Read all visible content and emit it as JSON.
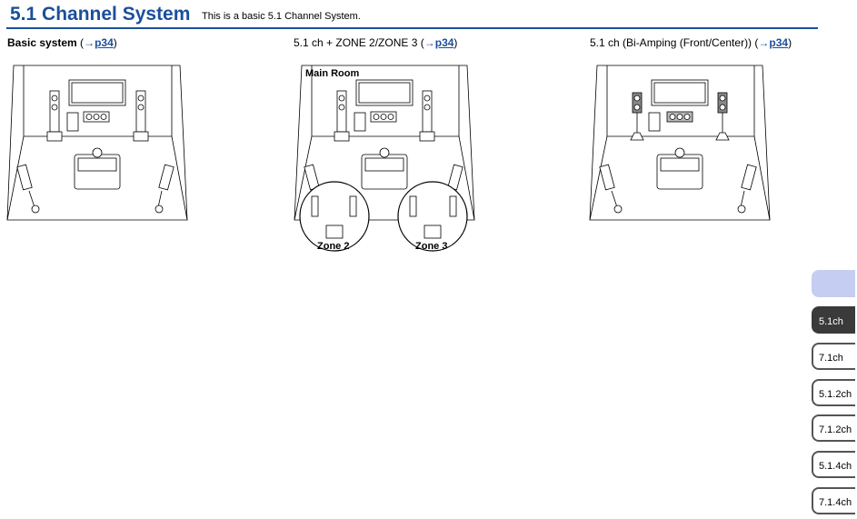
{
  "header": {
    "title": "5.1 Channel System",
    "subtitle": "This is a basic 5.1 Channel System."
  },
  "sections": [
    {
      "label": "Basic system",
      "open": " (",
      "arrow": "→",
      "link": "p34",
      "close": ")"
    },
    {
      "label": "5.1 ch + ZONE 2/ZONE 3",
      "open": " (",
      "arrow": "→",
      "link": "p34",
      "close": ")"
    },
    {
      "label": "5.1 ch (Bi-Amping (Front/Center))",
      "open": " (",
      "arrow": "→",
      "link": "p34",
      "close": ")"
    }
  ],
  "diagram_labels": {
    "main_room": "Main Room",
    "zone2": "Zone 2",
    "zone3": "Zone 3"
  },
  "tabs": [
    {
      "label": "",
      "active": false
    },
    {
      "label": "5.1ch",
      "active": true
    },
    {
      "label": "7.1ch",
      "active": false
    },
    {
      "label": "5.1.2ch",
      "active": false
    },
    {
      "label": "7.1.2ch",
      "active": false
    },
    {
      "label": "5.1.4ch",
      "active": false
    },
    {
      "label": "7.1.4ch",
      "active": false
    }
  ]
}
